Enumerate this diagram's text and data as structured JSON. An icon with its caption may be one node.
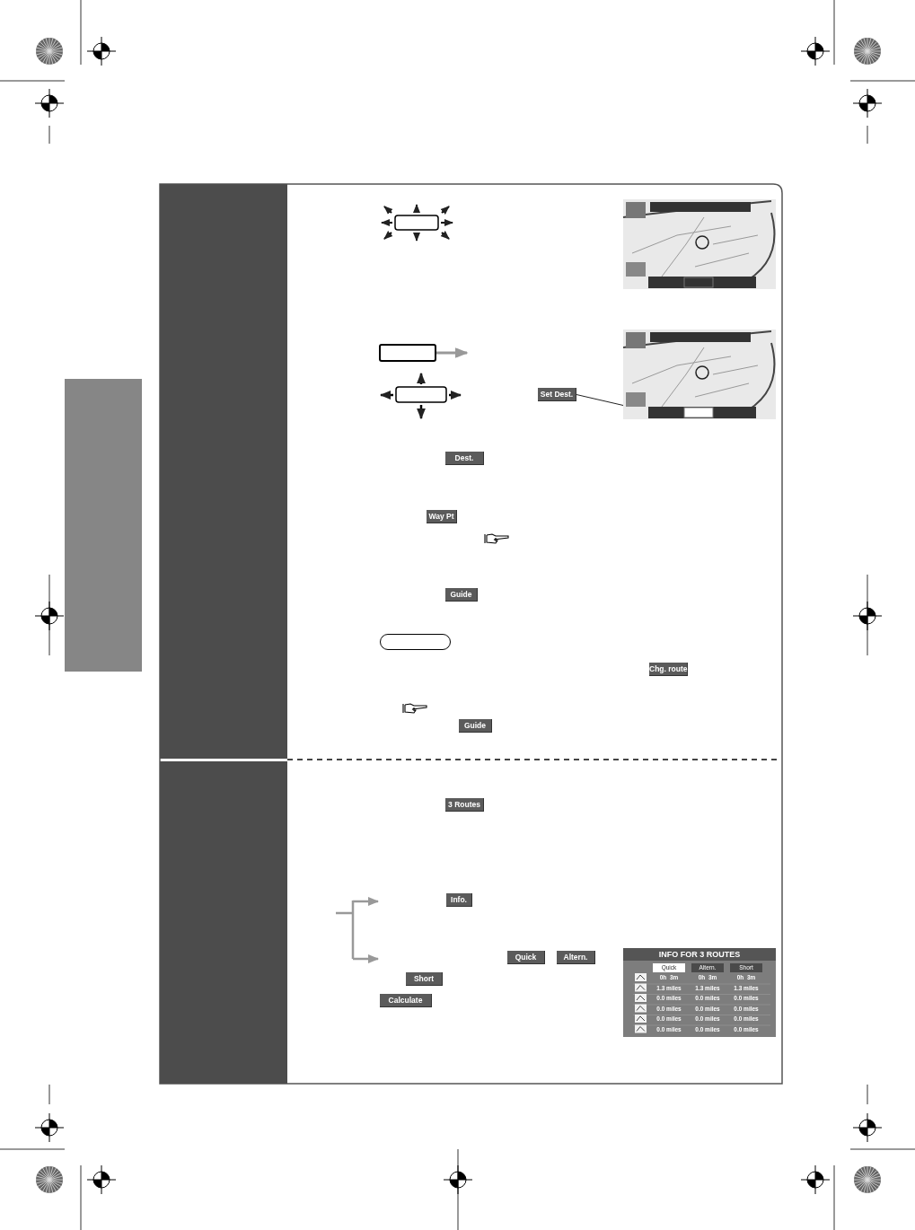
{
  "diagram": {
    "nodes": [
      {
        "text": [],
        "shape": "box"
      },
      {
        "text": [],
        "shape": "box"
      },
      {
        "text": [
          "Set Dest."
        ]
      },
      {
        "text": [],
        "shape": "picture"
      },
      {
        "text": [
          "Dest."
        ]
      },
      {
        "text": [
          "Way Pt"
        ]
      },
      {
        "text": [
          "Guide"
        ]
      },
      {
        "text": [],
        "shape": "box"
      },
      {
        "text": [
          "Chg. route"
        ]
      },
      {
        "text": [
          "Guide"
        ]
      },
      {
        "text": [
          "3 Routes"
        ]
      },
      {
        "text": [
          "Info."
        ]
      },
      {
        "text": [
          "Quick"
        ]
      },
      {
        "text": [
          "Altern."
        ]
      },
      {
        "text": [
          "Short"
        ]
      },
      {
        "text": [
          "Calculate"
        ]
      }
    ],
    "edges": [
      {
        "from": 1,
        "to": null,
        "arrow": "to",
        "color": "#999999"
      },
      {
        "from": 2,
        "to": 3,
        "arrow": "none",
        "color": "#222222"
      }
    ],
    "labels": [
      "INFO FOR 3 ROUTES",
      "Quick",
      "Altern.",
      "Short",
      "0h  3m",
      "0h  3m",
      "0h  3m",
      "1.3 miles",
      "1.3 miles",
      "1.3 miles",
      "0.0 miles",
      "0.0 miles",
      "0.0 miles",
      "0.0 miles",
      "0.0 miles",
      "0.0 miles",
      "0.0 miles",
      "0.0 miles",
      "0.0 miles",
      "0.0 miles",
      "0.0 miles",
      "0.0 miles"
    ]
  }
}
